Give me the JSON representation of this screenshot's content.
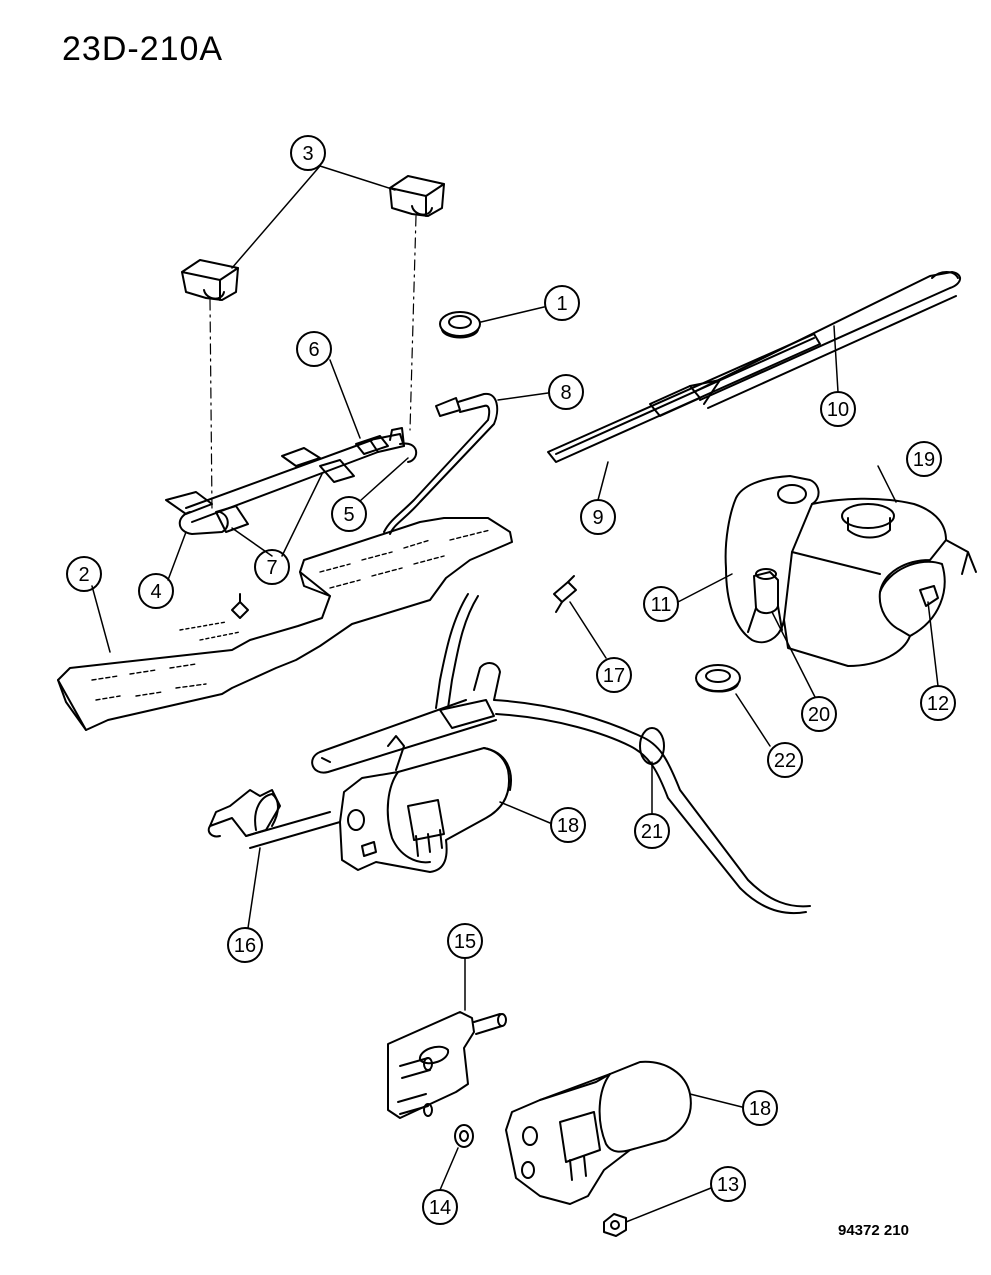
{
  "header": {
    "page_code": "23D-210A"
  },
  "footer": {
    "drawing_number": "94372 210"
  },
  "callouts": [
    "1",
    "2",
    "3",
    "4",
    "5",
    "6",
    "7",
    "8",
    "9",
    "10",
    "11",
    "12",
    "13",
    "14",
    "15",
    "16",
    "17",
    "18",
    "19",
    "20",
    "21",
    "22",
    "18"
  ]
}
